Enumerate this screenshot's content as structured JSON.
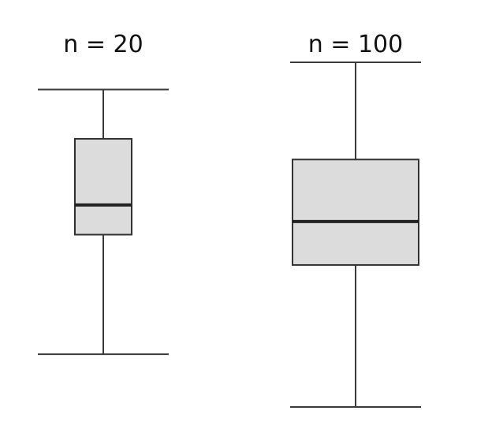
{
  "chart_data": {
    "type": "box",
    "plots": [
      {
        "label": "n = 20",
        "whisker_low": 15.3,
        "q1": 50,
        "median": 58.6,
        "q3": 77.8,
        "whisker_high": 92.1
      },
      {
        "label": "n = 100",
        "whisker_low": 0,
        "q1": 41.2,
        "median": 53.8,
        "q3": 71.8,
        "whisker_high": 100
      }
    ],
    "colors": {
      "box_fill": "#dcdcdc",
      "box_stroke": "#333333",
      "median": "#222222",
      "whisker": "#3a3a3a"
    },
    "grid": false,
    "axes_visible": false
  }
}
